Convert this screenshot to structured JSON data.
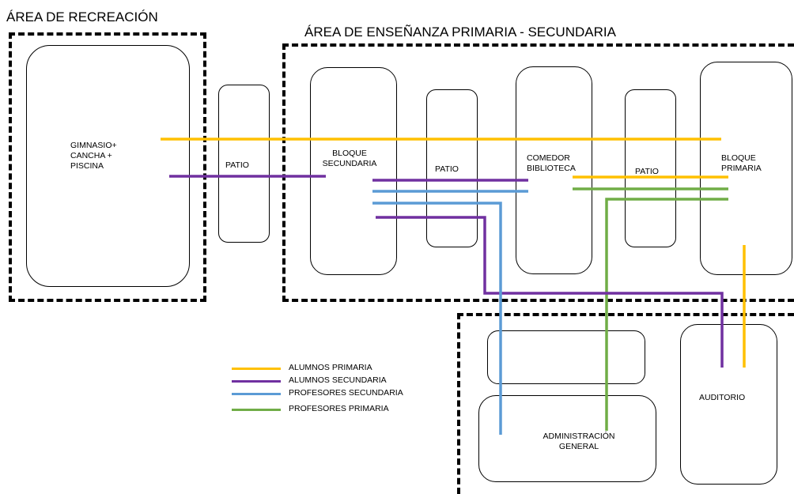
{
  "areas": {
    "recreation": "ÁREA DE RECREACIÓN",
    "teaching": "ÁREA DE ENSEÑANZA PRIMARIA - SECUNDARIA"
  },
  "blocks": {
    "gym": "GIMNASIO+\nCANCHA +\nPISCINA",
    "patio1": "PATIO",
    "secondary": "BLOQUE\nSECUNDARIA",
    "patio2": "PATIO",
    "dining": "COMEDOR\nBIBLIOTECA",
    "patio3": "PATIO",
    "primary": "BLOQUE\nPRIMARIA",
    "administration": "ADMINISTRACIÓN\nGENERAL",
    "auditorium": "AUDITORIO"
  },
  "legend": [
    {
      "label": "ALUMNOS PRIMARIA",
      "color": "#FFC000"
    },
    {
      "label": "ALUMNOS SECUNDARIA",
      "color": "#7030A0"
    },
    {
      "label": "PROFESORES SECUNDARIA",
      "color": "#5B9BD5"
    },
    {
      "label": "PROFESORES PRIMARIA",
      "color": "#70AD47"
    }
  ]
}
